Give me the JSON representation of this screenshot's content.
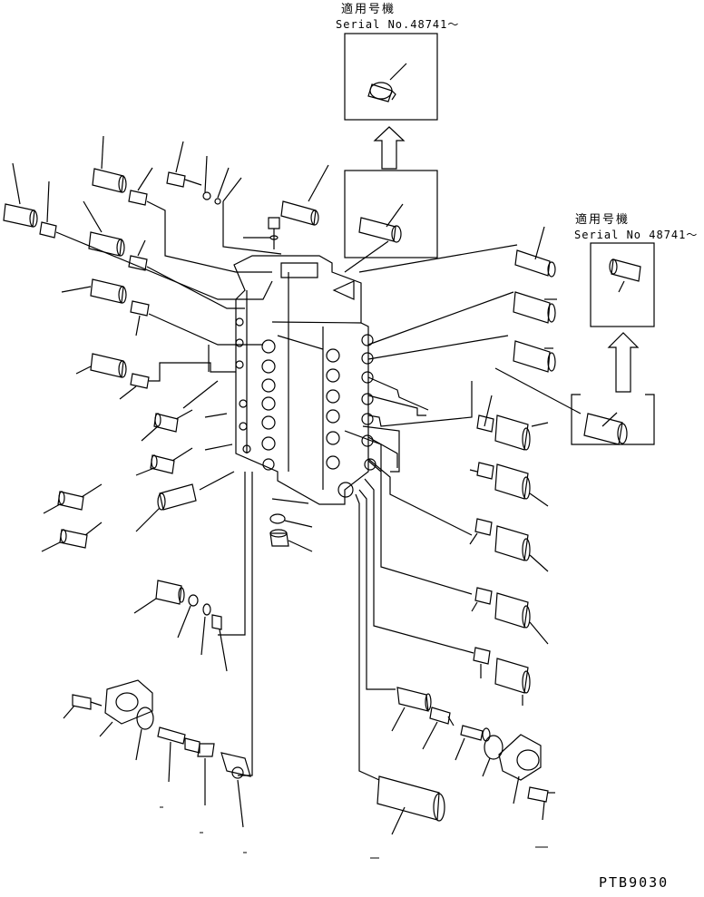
{
  "serial_notes": [
    {
      "heading": "適用号機",
      "serial": "Serial No.48741～"
    },
    {
      "heading": "適用号機",
      "serial": "Serial No 48741～"
    }
  ],
  "drawing_code": "PTB9030",
  "colors": {
    "line": "#000000",
    "background": "#ffffff"
  }
}
